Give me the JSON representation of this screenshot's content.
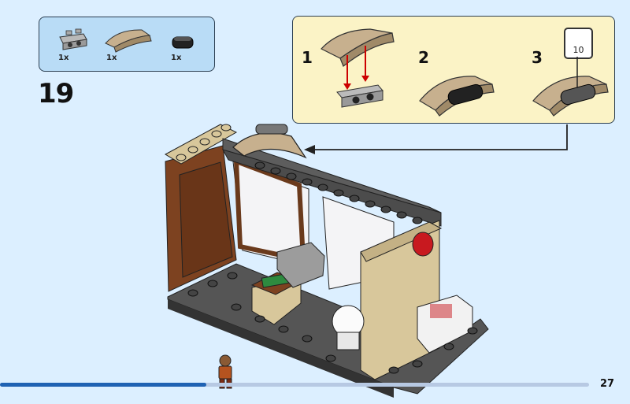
{
  "parts": [
    {
      "count": "1x",
      "icon": "grey-bracket-with-studs-icon"
    },
    {
      "count": "1x",
      "icon": "tan-curved-slope-icon"
    },
    {
      "count": "1x",
      "icon": "black-tile-icon"
    }
  ],
  "step": "19",
  "substeps": [
    "1",
    "2",
    "3"
  ],
  "sticker_sheet": "10",
  "progress": {
    "fraction": 0.35
  },
  "page": "27",
  "colors": {
    "background": "#dcefff",
    "parts_panel": "#b9dcf6",
    "substep_panel": "#fbf3c6",
    "progress": "#1f62b3"
  }
}
